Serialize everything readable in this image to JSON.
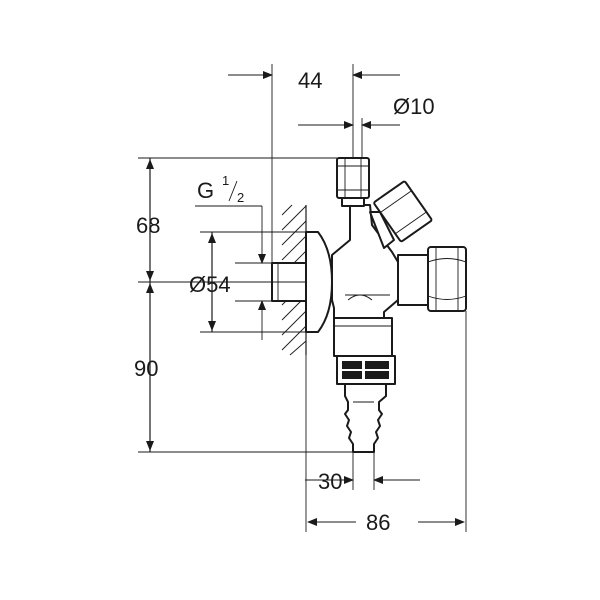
{
  "dimensions": {
    "width_44": "44",
    "dia_10": "Ø10",
    "thread_g": "G",
    "thread_num": "1",
    "thread_den": "2",
    "height_68": "68",
    "dia_54": "Ø54",
    "height_90": "90",
    "width_30": "30",
    "width_86": "86"
  }
}
